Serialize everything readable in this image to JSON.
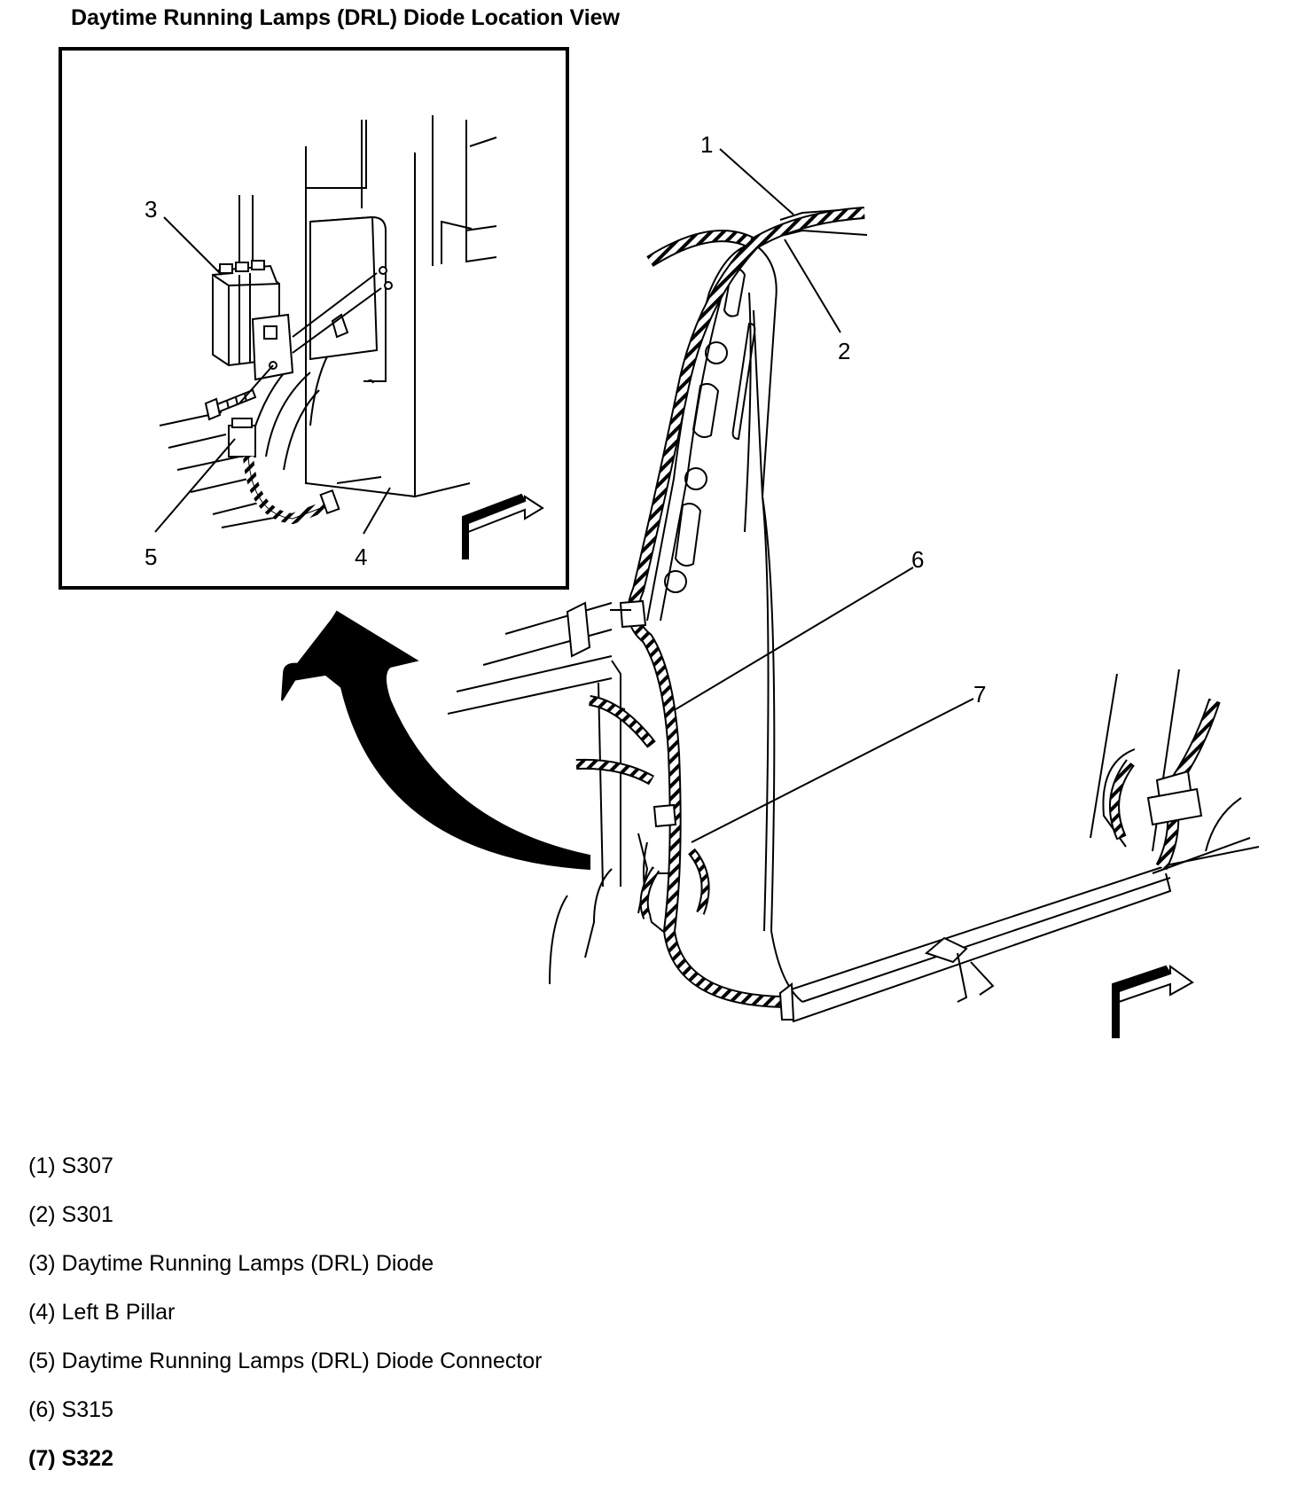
{
  "title": "Daytime Running Lamps (DRL) Diode Location View",
  "callouts": {
    "c1": "1",
    "c2": "2",
    "c3": "3",
    "c4": "4",
    "c5": "5",
    "c6": "6",
    "c7": "7"
  },
  "legend": [
    {
      "num": "(1)",
      "text": "S307"
    },
    {
      "num": "(2)",
      "text": "S301"
    },
    {
      "num": "(3)",
      "text": "Daytime Running Lamps (DRL) Diode"
    },
    {
      "num": "(4)",
      "text": "Left B Pillar"
    },
    {
      "num": "(5)",
      "text": "Daytime Running Lamps (DRL) Diode Connector"
    },
    {
      "num": "(6)",
      "text": "S315"
    },
    {
      "num": "(7)",
      "text": "S322"
    }
  ]
}
